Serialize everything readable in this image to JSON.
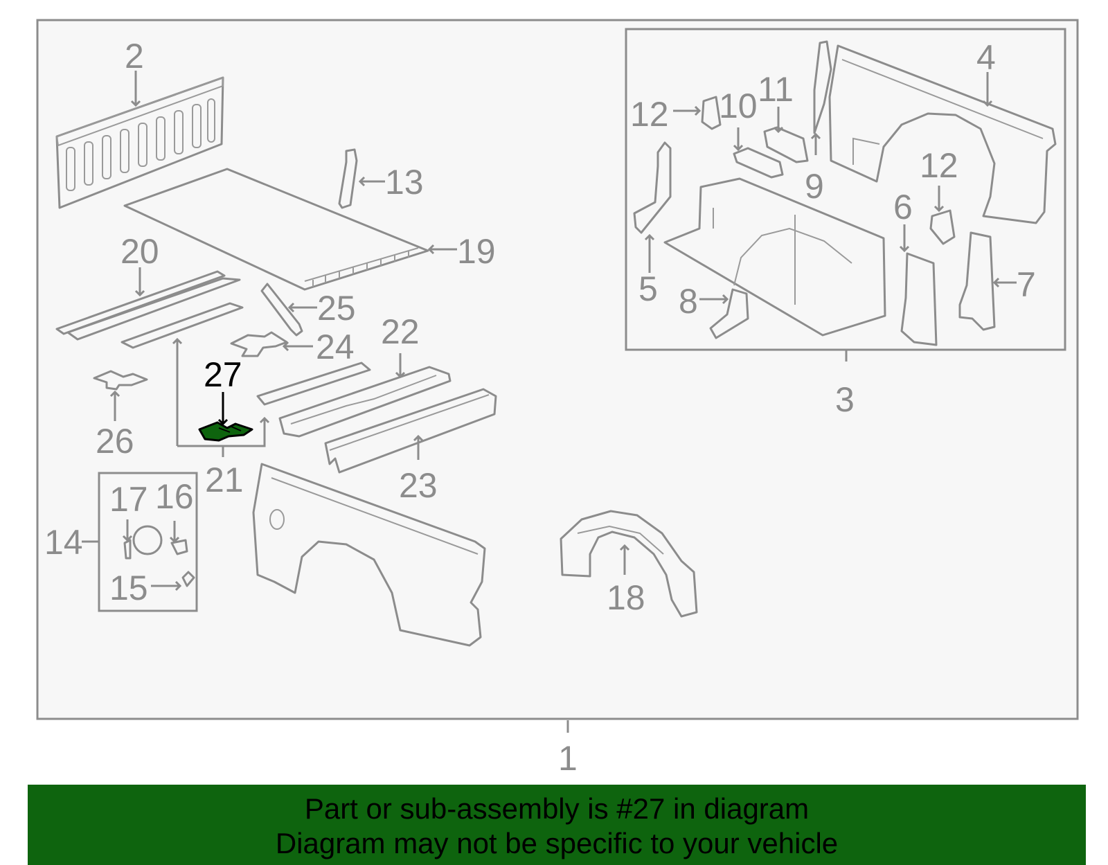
{
  "diagram": {
    "labels": {
      "l1": "1",
      "l2": "2",
      "l3": "3",
      "l4": "4",
      "l5": "5",
      "l6": "6",
      "l7": "7",
      "l8": "8",
      "l9": "9",
      "l10": "10",
      "l11": "11",
      "l12a": "12",
      "l12b": "12",
      "l13": "13",
      "l14": "14",
      "l15": "15",
      "l16": "16",
      "l17": "17",
      "l18": "18",
      "l19": "19",
      "l20": "20",
      "l21": "21",
      "l22": "22",
      "l23": "23",
      "l24": "24",
      "l25": "25",
      "l26": "26",
      "l27": "27"
    },
    "highlight_color": "#0e640e",
    "line_color": "#8c8c8c"
  },
  "banner": {
    "line1": "Part or sub-assembly is #27 in diagram",
    "line2": "Diagram may not be specific to your vehicle"
  }
}
